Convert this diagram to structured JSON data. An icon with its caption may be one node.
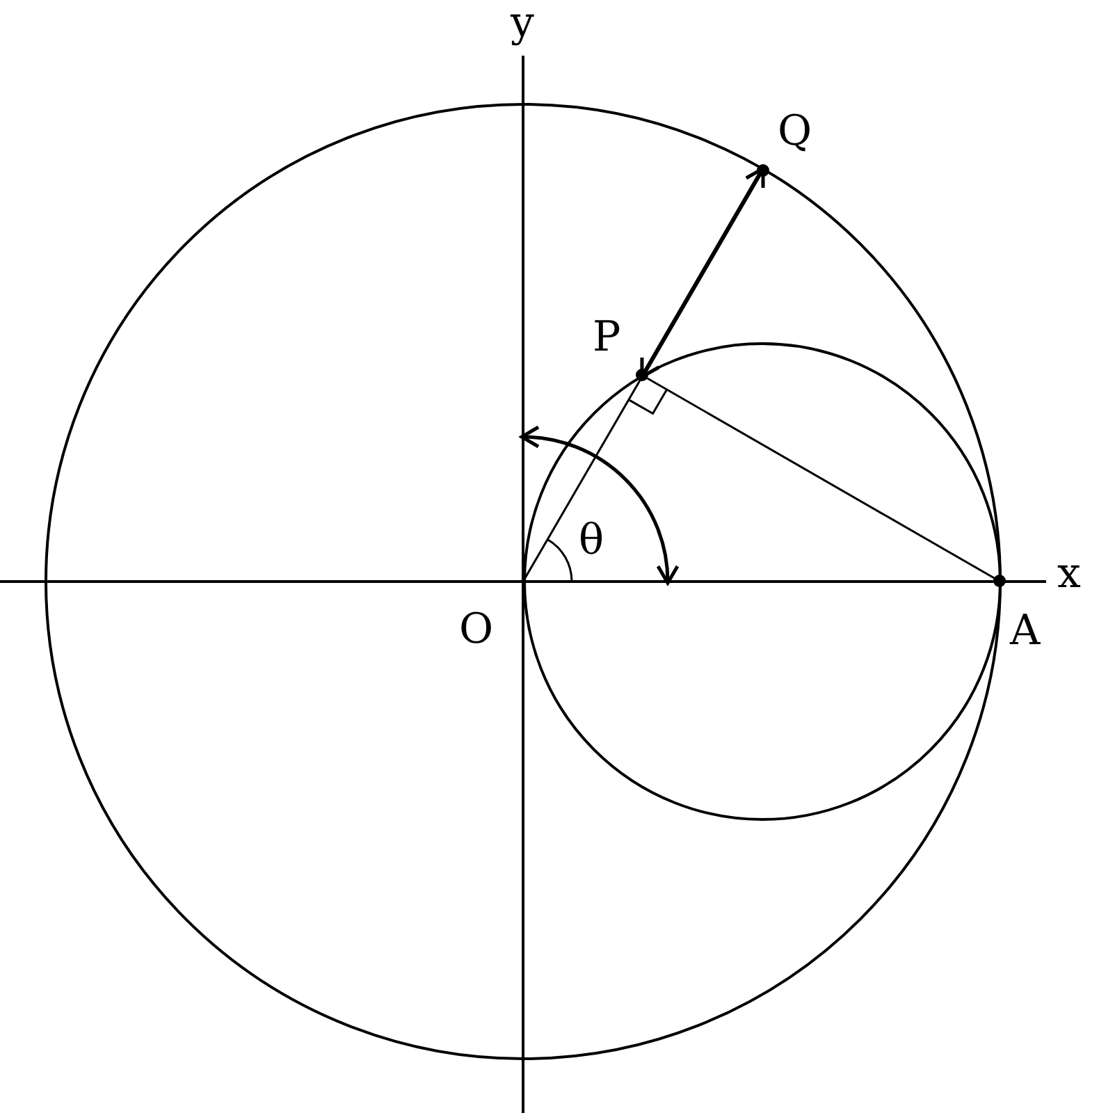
{
  "diagram": {
    "nodes": [
      {
        "text": [
          "O"
        ]
      },
      {
        "text": [
          "P"
        ]
      },
      {
        "text": [
          "Q"
        ]
      },
      {
        "text": [
          "A"
        ]
      }
    ],
    "edges": [
      {
        "from": 0,
        "to": 1,
        "arrow": "none"
      },
      {
        "from": 1,
        "to": 2,
        "arrow": "both",
        "style": "thick"
      },
      {
        "from": 1,
        "to": 3,
        "arrow": "none"
      }
    ],
    "labels": [
      "y",
      "x",
      "θ"
    ]
  }
}
